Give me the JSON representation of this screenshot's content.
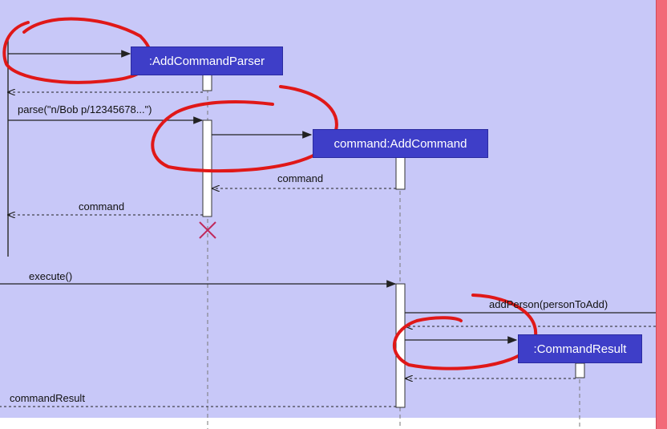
{
  "participants": {
    "parser": ":AddCommandParser",
    "command": "command:AddCommand",
    "result": ":CommandResult"
  },
  "messages": {
    "parse": "parse(\"n/Bob p/12345678...\")",
    "command_return_1": "command",
    "command_return_2": "command",
    "execute": "execute()",
    "add_person": "addPerson(personToAdd)",
    "command_result": "commandResult"
  },
  "colors": {
    "background": "#c8c8f8",
    "participant_fill": "#3e3ec8",
    "annotation_red": "#e01818",
    "destroy_mark": "#c0285a",
    "right_edge": "#f26a78"
  }
}
